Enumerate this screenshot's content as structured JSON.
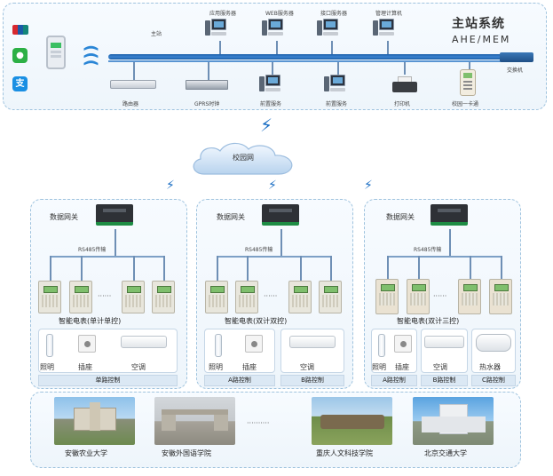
{
  "header": {
    "title": "主站系统",
    "subtitle": "AHE/MEM",
    "backbone_label": "主站"
  },
  "servers_top": [
    {
      "label": "应用服务器"
    },
    {
      "label": "WEB服务器"
    },
    {
      "label": "接口服务器"
    },
    {
      "label": "管理计算机"
    }
  ],
  "devices_bottom": [
    {
      "label": "路由器"
    },
    {
      "label": "GPRS时钟"
    },
    {
      "label": "前置服务"
    },
    {
      "label": "前置服务"
    },
    {
      "label": "打印机"
    },
    {
      "label": "校园一卡通"
    },
    {
      "label": "交换机"
    }
  ],
  "network": {
    "cloud_label": "校园网"
  },
  "panels": [
    {
      "gateway_label": "数据网关",
      "bus_label": "RS485传输",
      "meter_title": "智能电表(单计单控)",
      "devices": [
        "照明",
        "插座",
        "空调"
      ],
      "controls": [
        "单路控制"
      ]
    },
    {
      "gateway_label": "数据网关",
      "bus_label": "RS485传输",
      "meter_title": "智能电表(双计双控)",
      "devices": [
        "照明",
        "插座",
        "空调"
      ],
      "controls": [
        "A路控制",
        "B路控制"
      ]
    },
    {
      "gateway_label": "数据网关",
      "bus_label": "RS485传输",
      "meter_title": "智能电表(双计三控)",
      "devices": [
        "照明",
        "插座",
        "空调",
        "热水器"
      ],
      "controls": [
        "A路控制",
        "B路控制",
        "C路控制"
      ]
    }
  ],
  "campuses": [
    {
      "name": "安徽农业大学"
    },
    {
      "name": "安徽外国语学院"
    },
    {
      "name": "重庆人文科技学院"
    },
    {
      "name": "北京交通大学"
    }
  ],
  "colors": {
    "backbone": "#1c5fa8",
    "panel_border": "#9fc3de",
    "accent_green": "#1e8c44",
    "bolt": "#1c6fc4"
  }
}
